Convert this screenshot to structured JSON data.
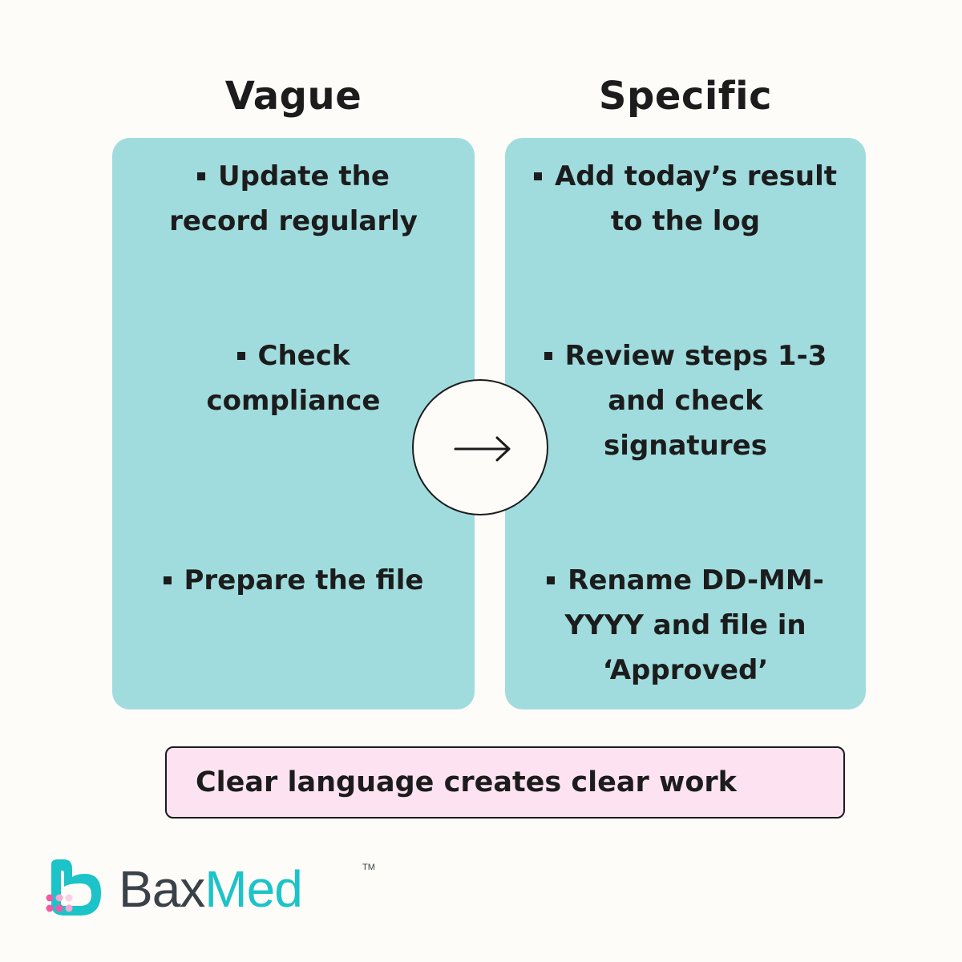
{
  "headings": {
    "left": "Vague",
    "right": "Specific"
  },
  "vague_items": [
    "Update the record regularly",
    "Check compliance",
    "Prepare the file"
  ],
  "specific_items": [
    "Add today’s result to the log",
    "Review steps 1-3 and check signatures",
    "Rename DD-MM-YYYY and file in ‘Approved’"
  ],
  "connector_icon": "arrow-right-icon",
  "tagline": "Clear language creates clear work",
  "logo": {
    "name_part1": "Bax",
    "name_part2": "Med",
    "trademark": "TM",
    "icon": "baxmed-heart-logo-icon"
  },
  "colors": {
    "background": "#fdfcf8",
    "panel": "#a0dcde",
    "tagline_bg": "#fde3f2",
    "text": "#1c1c1c",
    "brand_teal": "#1cc3c8",
    "brand_gray": "#3b4148",
    "brand_pink": "#f25aa6"
  }
}
